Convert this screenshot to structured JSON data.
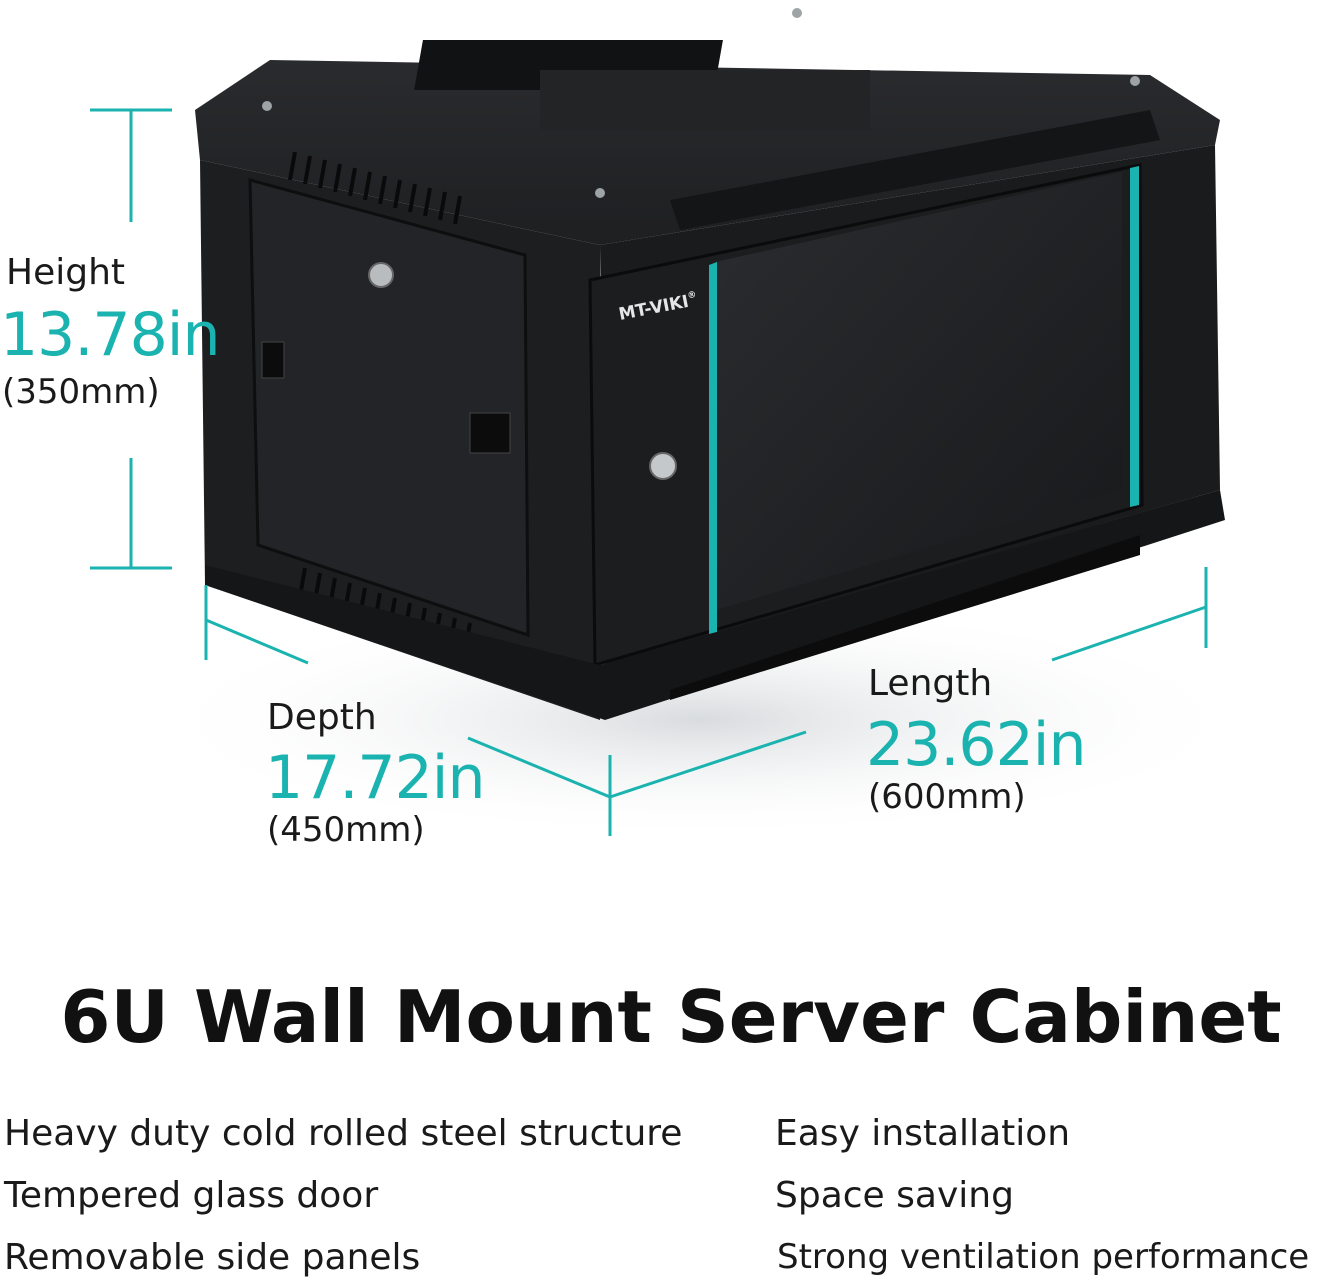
{
  "brand": "MT-VIKI",
  "brand_mark": "®",
  "colors": {
    "accent": "#1ab3b0",
    "cabinet": "#1b1c1e"
  },
  "dimensions": {
    "height": {
      "label": "Height",
      "value": "13.78in",
      "mm": "(350mm)"
    },
    "depth": {
      "label": "Depth",
      "value": "17.72in",
      "mm": "(450mm)"
    },
    "length": {
      "label": "Length",
      "value": "23.62in",
      "mm": "(600mm)"
    }
  },
  "title": "6U Wall Mount Server Cabinet",
  "features_left": [
    "Heavy duty cold rolled steel structure",
    "Tempered glass door",
    "Removable side panels"
  ],
  "features_right": [
    "Easy installation",
    "Space saving",
    "Strong ventilation performance"
  ]
}
